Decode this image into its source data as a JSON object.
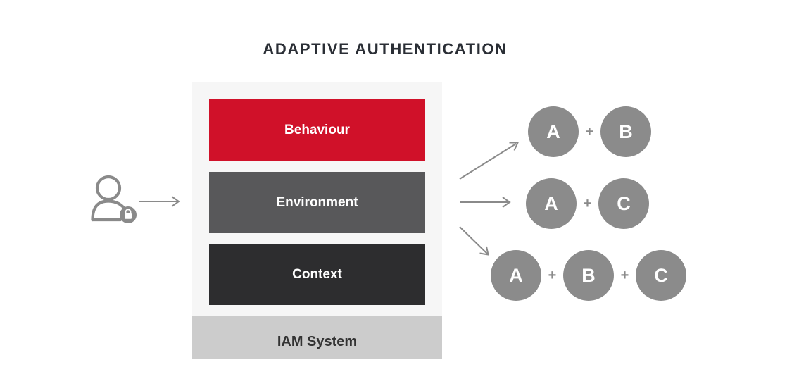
{
  "title": "ADAPTIVE AUTHENTICATION",
  "user": {
    "icon": "user-lock-icon"
  },
  "stack": {
    "panel_color": "#f6f6f6",
    "layers": [
      {
        "label": "Behaviour",
        "color": "#d01129"
      },
      {
        "label": "Environment",
        "color": "#58585a"
      },
      {
        "label": "Context",
        "color": "#2d2d2f"
      }
    ],
    "base_label": "IAM System",
    "base_color": "#cccccc"
  },
  "plus": "+",
  "combinations": [
    {
      "letters": [
        "A",
        "B"
      ]
    },
    {
      "letters": [
        "A",
        "C"
      ]
    },
    {
      "letters": [
        "A",
        "B",
        "C"
      ]
    }
  ],
  "colors": {
    "circle": "#8b8b8b",
    "arrow": "#8a8a8a",
    "title_text": "#2a2e35",
    "layer_text": "#ffffff",
    "base_text": "#333333"
  }
}
